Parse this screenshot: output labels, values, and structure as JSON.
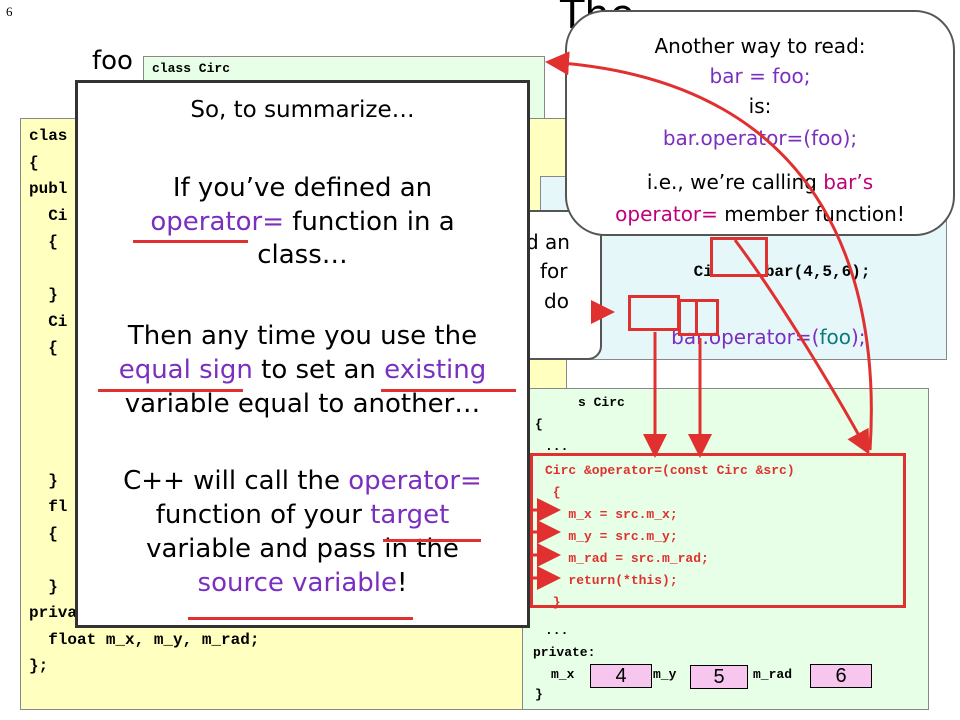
{
  "page_number": "6",
  "title_fragment": "The  ...  ",
  "foo_label": "foo",
  "top_code": {
    "line1": "class Circ"
  },
  "left_code": {
    "lines": [
      "clas",
      "{",
      "publ",
      "  Ci",
      "  {",
      "",
      "  }",
      "  Ci",
      "  {",
      "",
      "",
      "",
      "",
      "  }",
      "  fl",
      "  {",
      "",
      "  }",
      "private:",
      "  float m_x, m_y, m_rad;",
      "};"
    ]
  },
  "summary": {
    "l1": "So, to summarize…",
    "l2": "If you’ve defined an",
    "l3a": "operator=",
    "l3b": " function in a",
    "l4": "class…",
    "l5": "Then any time you use the",
    "l6a": "equal sign",
    "l6b": " to set an ",
    "l6c": "existing",
    "l7": "variable equal to another…",
    "l8a": "C++ will call the ",
    "l8b": "operator=",
    "l9a": "function of your ",
    "l9b": "target",
    "l10": "variable and pass in the",
    "l11a": "source variable",
    "l11b": "!"
  },
  "callout": {
    "l1": "Another way to read:",
    "l2": "bar = foo;",
    "l3": "is:",
    "l4": "bar.operator=(foo);",
    "l5a": "i.e., we’re calling ",
    "l5b": "bar’s",
    "l6a": "operator=",
    "l6b": " member function!"
  },
  "mid_bubble": {
    "l1": "d an",
    "l2": "for",
    "l3": "do"
  },
  "main_code": {
    "l1a": "Ci",
    "l1b": "bar",
    "l1c": "(4,5,6);",
    "l2a": "bar",
    "l2b": ".operator=(",
    "l2c": "foo",
    "l2d": ");"
  },
  "bar_code": {
    "l_class": "s Circ",
    "l_brace": "{",
    "l_dots": "...",
    "op_lines": [
      "Circ &operator=(const Circ &src)",
      " {",
      "   m_x = src.m_x;",
      "   m_y = src.m_y;",
      "   m_rad = src.m_rad;",
      "   return(*this);",
      " }"
    ],
    "l_dots2": "...",
    "l_private": "private:",
    "mx_label": "m_x",
    "my_label": "m_y",
    "mrad_label": "m_rad",
    "l_end": "}"
  },
  "values": {
    "mx": "4",
    "my": "5",
    "mrad": "6"
  },
  "colors": {
    "red": "#e03030",
    "purple": "#7a2fbf",
    "magenta": "#c0007a"
  }
}
